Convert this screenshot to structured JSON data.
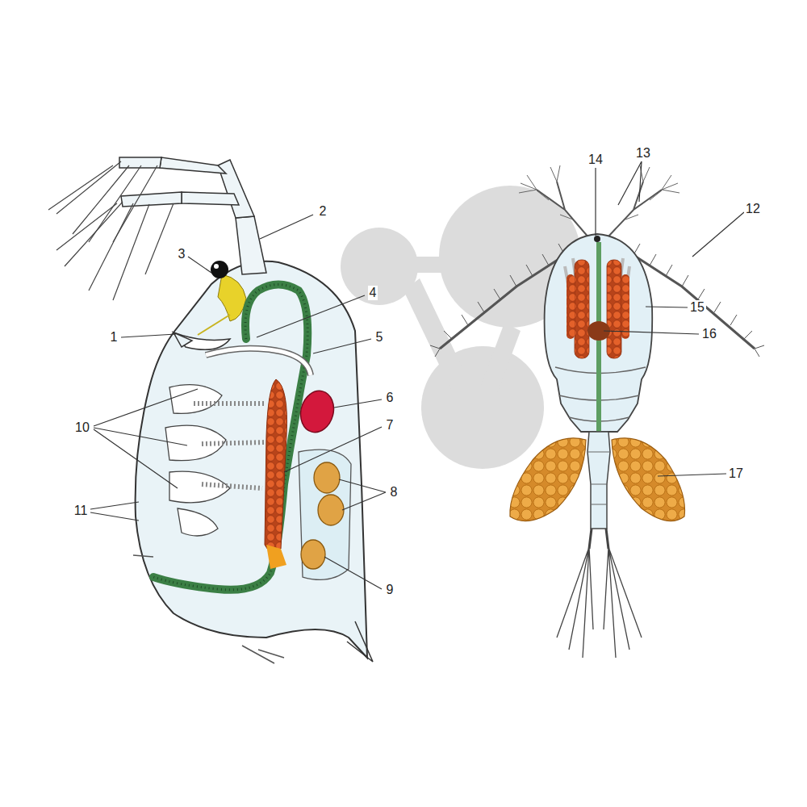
{
  "diagram": {
    "labels": [
      "1",
      "2",
      "3",
      "4",
      "5",
      "6",
      "7",
      "8",
      "9",
      "10",
      "11",
      "12",
      "13",
      "14",
      "15",
      "16",
      "17"
    ]
  }
}
